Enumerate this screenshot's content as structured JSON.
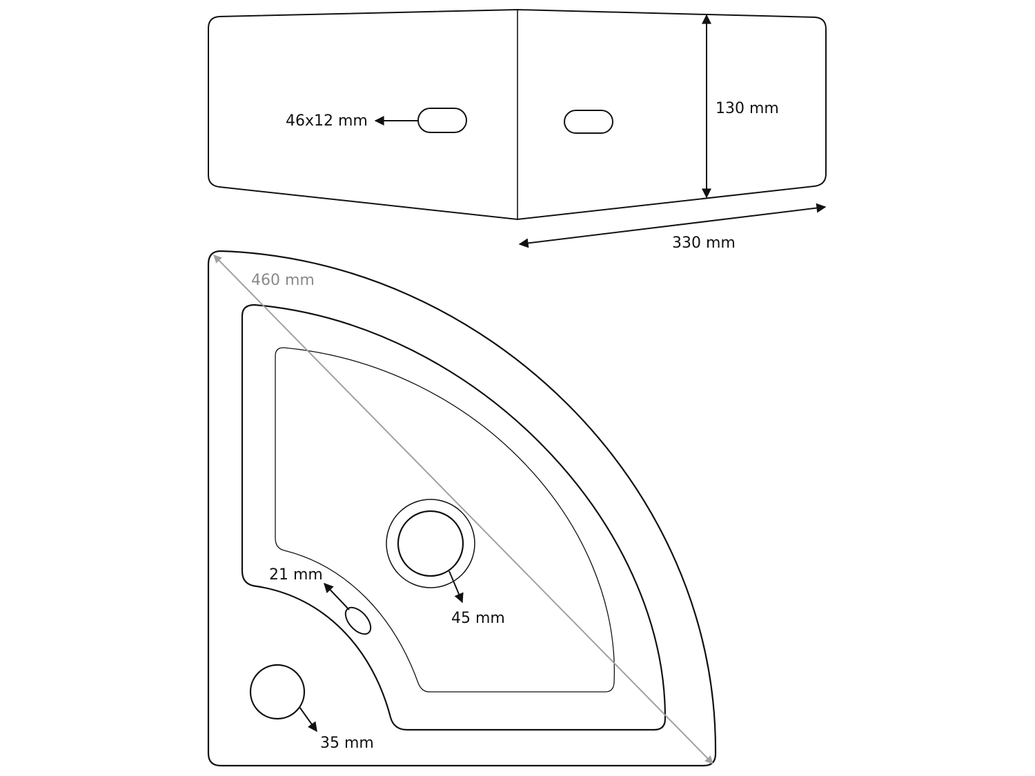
{
  "colors": {
    "line": "#111111",
    "diagonal": "#a0a0a0",
    "diagonal_label": "#8a8a8a",
    "background": "#ffffff"
  },
  "side_view": {
    "slot_label": "46x12 mm",
    "height_label": "130 mm",
    "width_label": "330 mm"
  },
  "top_view": {
    "diagonal_label": "460 mm",
    "overflow_label": "21 mm",
    "drain_label": "45 mm",
    "tap_hole_label": "35 mm"
  }
}
